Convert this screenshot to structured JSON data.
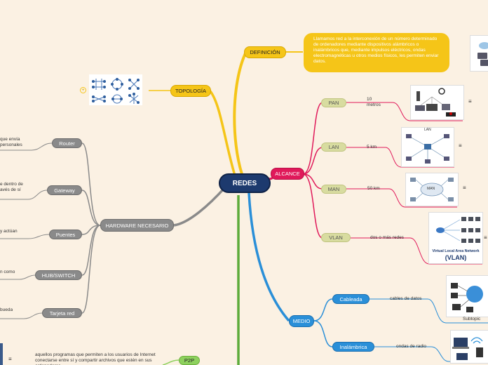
{
  "central": "REDES",
  "definicion": {
    "label": "DEFINICIÓN",
    "text": "Llamamos red a la interconexión de un número determinado de ordenadores mediante dispositivos alámbricos o inalámbricos que, mediante impulsos eléctricos, ondas electromagnéticas u otros medios físicos, les permiten enviar datos."
  },
  "topologia": {
    "label": "TOPOLOGÍA",
    "marker": "+"
  },
  "alcance": {
    "label": "ALCANCE",
    "items": [
      {
        "label": "PAN",
        "note": "10\nmetros"
      },
      {
        "label": "LAN",
        "note": "5 km"
      },
      {
        "label": "MAN",
        "note": "50 km"
      },
      {
        "label": "VLAN",
        "note": "dos o más redes"
      }
    ],
    "vlan_image_title": "Virtual Local Area Network",
    "vlan_image_sub": "(VLAN)",
    "lan_image_label": "LAN",
    "man_image_label": "MAN"
  },
  "medio": {
    "label": "MEDIO",
    "items": [
      {
        "label": "Cableada",
        "note": "cables de datos",
        "caption": "Subtopic"
      },
      {
        "label": "Inalámbrica",
        "note": "ondas de radio"
      }
    ]
  },
  "hardware": {
    "label": "HARDWARE NECESARIO",
    "items": [
      {
        "label": "Router",
        "text": "que envía\npersonales"
      },
      {
        "label": "Gateway",
        "text": "e dentro de\navés de sí"
      },
      {
        "label": "Puentes",
        "text": "y actúan"
      },
      {
        "label": "HUB/SWITCH",
        "text": "n como"
      },
      {
        "label": "Tarjeta red",
        "text": "bueda"
      }
    ]
  },
  "p2p": {
    "label": "P2P",
    "text": "aquellos programas que permiten a los usuarios de Internet conectarse entre sí y compartir archivos que estén en sus ordenadores"
  },
  "menu_glyph": "≡",
  "colors": {
    "background": "#fbf1e3",
    "central": "#1d3a6e",
    "yellow": "#f5c518",
    "pink": "#e0195a",
    "blue": "#2a8fd8",
    "gray": "#8a8a8a",
    "green": "#8ed15e",
    "olive": "#d8dca0"
  }
}
